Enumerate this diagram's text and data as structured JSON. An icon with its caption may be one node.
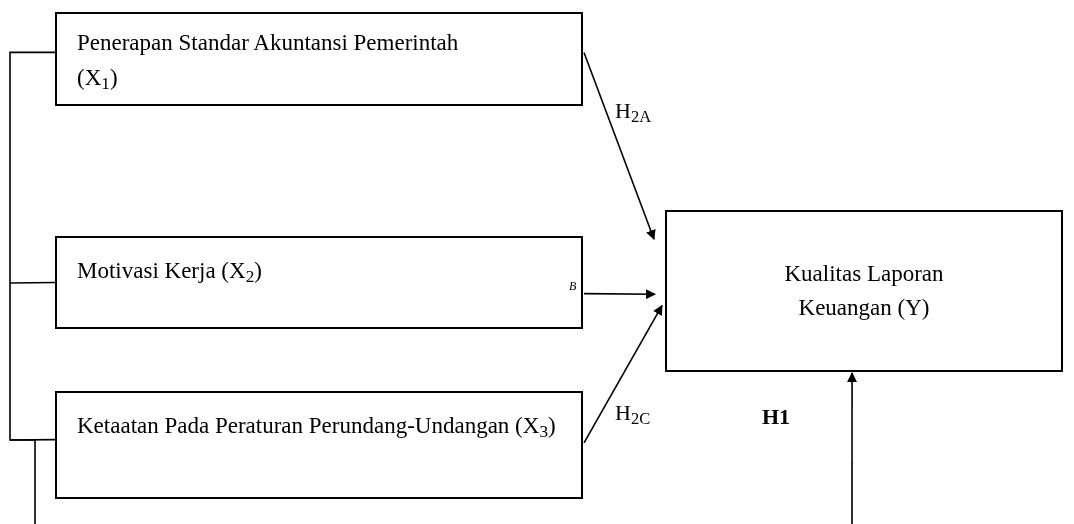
{
  "diagram": {
    "nodes": [
      {
        "text": [
          "Penerapan Standar Akuntansi Pemerintah (X$_{1}$)"
        ]
      },
      {
        "text": [
          "Motivasi Kerja (X$_{2}$)"
        ]
      },
      {
        "text": [
          "Ketaatan Pada Peraturan Perundang-Undangan (X$_{3}$)"
        ]
      },
      {
        "text": [
          "Kualitas Laporan Keuangan (Y)"
        ]
      }
    ],
    "edges": [
      {
        "from": 0,
        "to": 3,
        "arrow": "to",
        "label": "H$_{2A}$"
      },
      {
        "from": 1,
        "to": 3,
        "arrow": "to",
        "label": "$_{B}$"
      },
      {
        "from": 2,
        "to": 3,
        "arrow": "to",
        "label": "H$_{2C}$"
      },
      {
        "from": null,
        "to": 3,
        "arrow": "to",
        "label": "H1"
      },
      {
        "from": 0,
        "to": null,
        "arrow": "none"
      },
      {
        "from": 1,
        "to": null,
        "arrow": "none"
      },
      {
        "from": 2,
        "to": null,
        "arrow": "none"
      }
    ]
  }
}
